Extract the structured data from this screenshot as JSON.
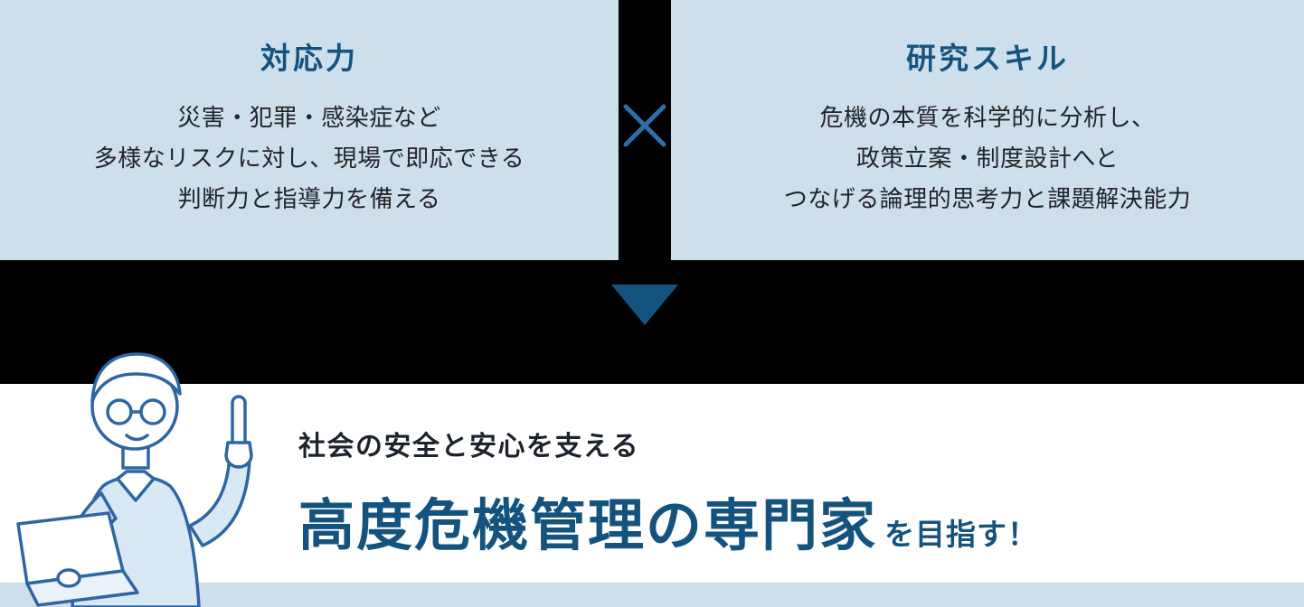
{
  "top": {
    "left_box": {
      "title": "対応力",
      "lines": [
        "災害・犯罪・感染症など",
        "多様なリスクに対し、現場で即応できる",
        "判断力と指導力を備える"
      ]
    },
    "right_box": {
      "title": "研究スキル",
      "lines": [
        "危機の本質を科学的に分析し、",
        "政策立案・制度設計へと",
        "つなげる論理的思考力と課題解決能力"
      ]
    }
  },
  "icons": {
    "multiply_icon": "×",
    "down_arrow_icon": "▼",
    "person_illustration": "line-art man with glasses pointing upward beside an open laptop"
  },
  "bottom": {
    "lead": "社会の安全と安心を支える",
    "headline": "高度危機管理の専門家",
    "headline_suffix": "を目指す！"
  },
  "colors": {
    "background": "#000000",
    "panel_blue": "#cddfeb",
    "accent_blue": "#15537f",
    "cross_blue": "#2e6ea9",
    "text_dark": "#222428",
    "panel_white": "#ffffff"
  }
}
